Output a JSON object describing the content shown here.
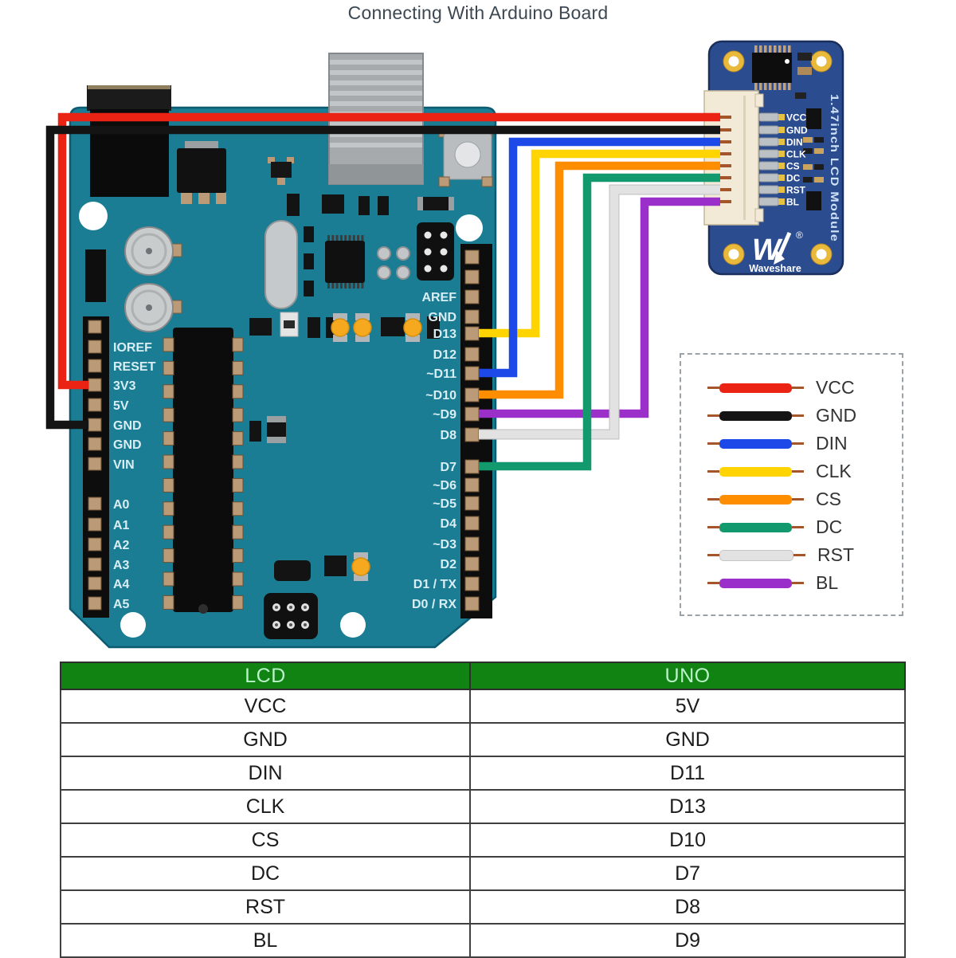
{
  "title": "Connecting With Arduino Board",
  "arduino": {
    "power_pins": [
      "IOREF",
      "RESET",
      "3V3",
      "5V",
      "GND",
      "GND",
      "VIN"
    ],
    "analog_pins": [
      "A0",
      "A1",
      "A2",
      "A3",
      "A4",
      "A5"
    ],
    "digital_pins": [
      "AREF",
      "GND",
      "D13",
      "D12",
      "~D11",
      "~D10",
      "~D9",
      "D8",
      "D7",
      "~D6",
      "~D5",
      "D4",
      "~D3",
      "D2",
      "D1 / TX",
      "D0 / RX"
    ]
  },
  "lcd": {
    "module_label": "1.47inch LCD Module",
    "brand": "Waveshare",
    "logo_mark": "W",
    "registered_mark": "®",
    "pins": [
      "VCC",
      "GND",
      "DIN",
      "CLK",
      "CS",
      "DC",
      "RST",
      "BL"
    ]
  },
  "wires": [
    {
      "name": "VCC",
      "color": "#ea2315",
      "uno_pin": "3V3"
    },
    {
      "name": "GND",
      "color": "#141414",
      "uno_pin": "GND"
    },
    {
      "name": "DIN",
      "color": "#1d49e8",
      "uno_pin": "~D11"
    },
    {
      "name": "CLK",
      "color": "#ffd400",
      "uno_pin": "D13"
    },
    {
      "name": "CS",
      "color": "#ff8d00",
      "uno_pin": "~D10"
    },
    {
      "name": "DC",
      "color": "#13996e",
      "uno_pin": "D7"
    },
    {
      "name": "RST",
      "color": "#e2e2e2",
      "edge": "#c6c6c6",
      "uno_pin": "D8"
    },
    {
      "name": "BL",
      "color": "#9a30c9",
      "uno_pin": "~D9"
    }
  ],
  "pin_table": {
    "headers": [
      "LCD",
      "UNO"
    ],
    "rows": [
      [
        "VCC",
        "5V"
      ],
      [
        "GND",
        "GND"
      ],
      [
        "DIN",
        "D11"
      ],
      [
        "CLK",
        "D13"
      ],
      [
        "CS",
        "D10"
      ],
      [
        "DC",
        "D7"
      ],
      [
        "RST",
        "D8"
      ],
      [
        "BL",
        "D9"
      ]
    ],
    "header_bg": "#118313",
    "header_text_color": "#baf3c9"
  },
  "colors": {
    "arduino_pcb": "#1a7d93",
    "lcd_pcb": "#2b4c8e",
    "copper": "#a4562a",
    "silkscreen": "#d9eef4"
  }
}
